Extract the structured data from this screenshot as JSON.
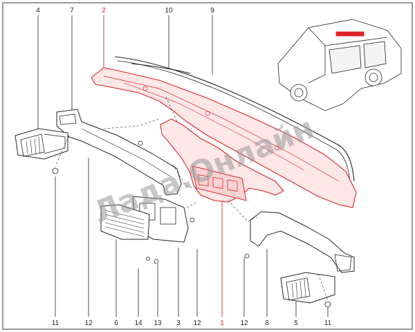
{
  "diagram": {
    "accent_color": "#e0222a",
    "line_color": "#222222",
    "callouts_top": [
      "4",
      "7",
      "2",
      "10",
      "9"
    ],
    "callouts_bottom": [
      "11",
      "12",
      "6",
      "14",
      "13",
      "3",
      "12",
      "1",
      "12",
      "8",
      "5",
      "11"
    ],
    "highlighted_part": "2",
    "highlighted_part_bottom": "1",
    "watermark": "Лада.Онлайн"
  }
}
